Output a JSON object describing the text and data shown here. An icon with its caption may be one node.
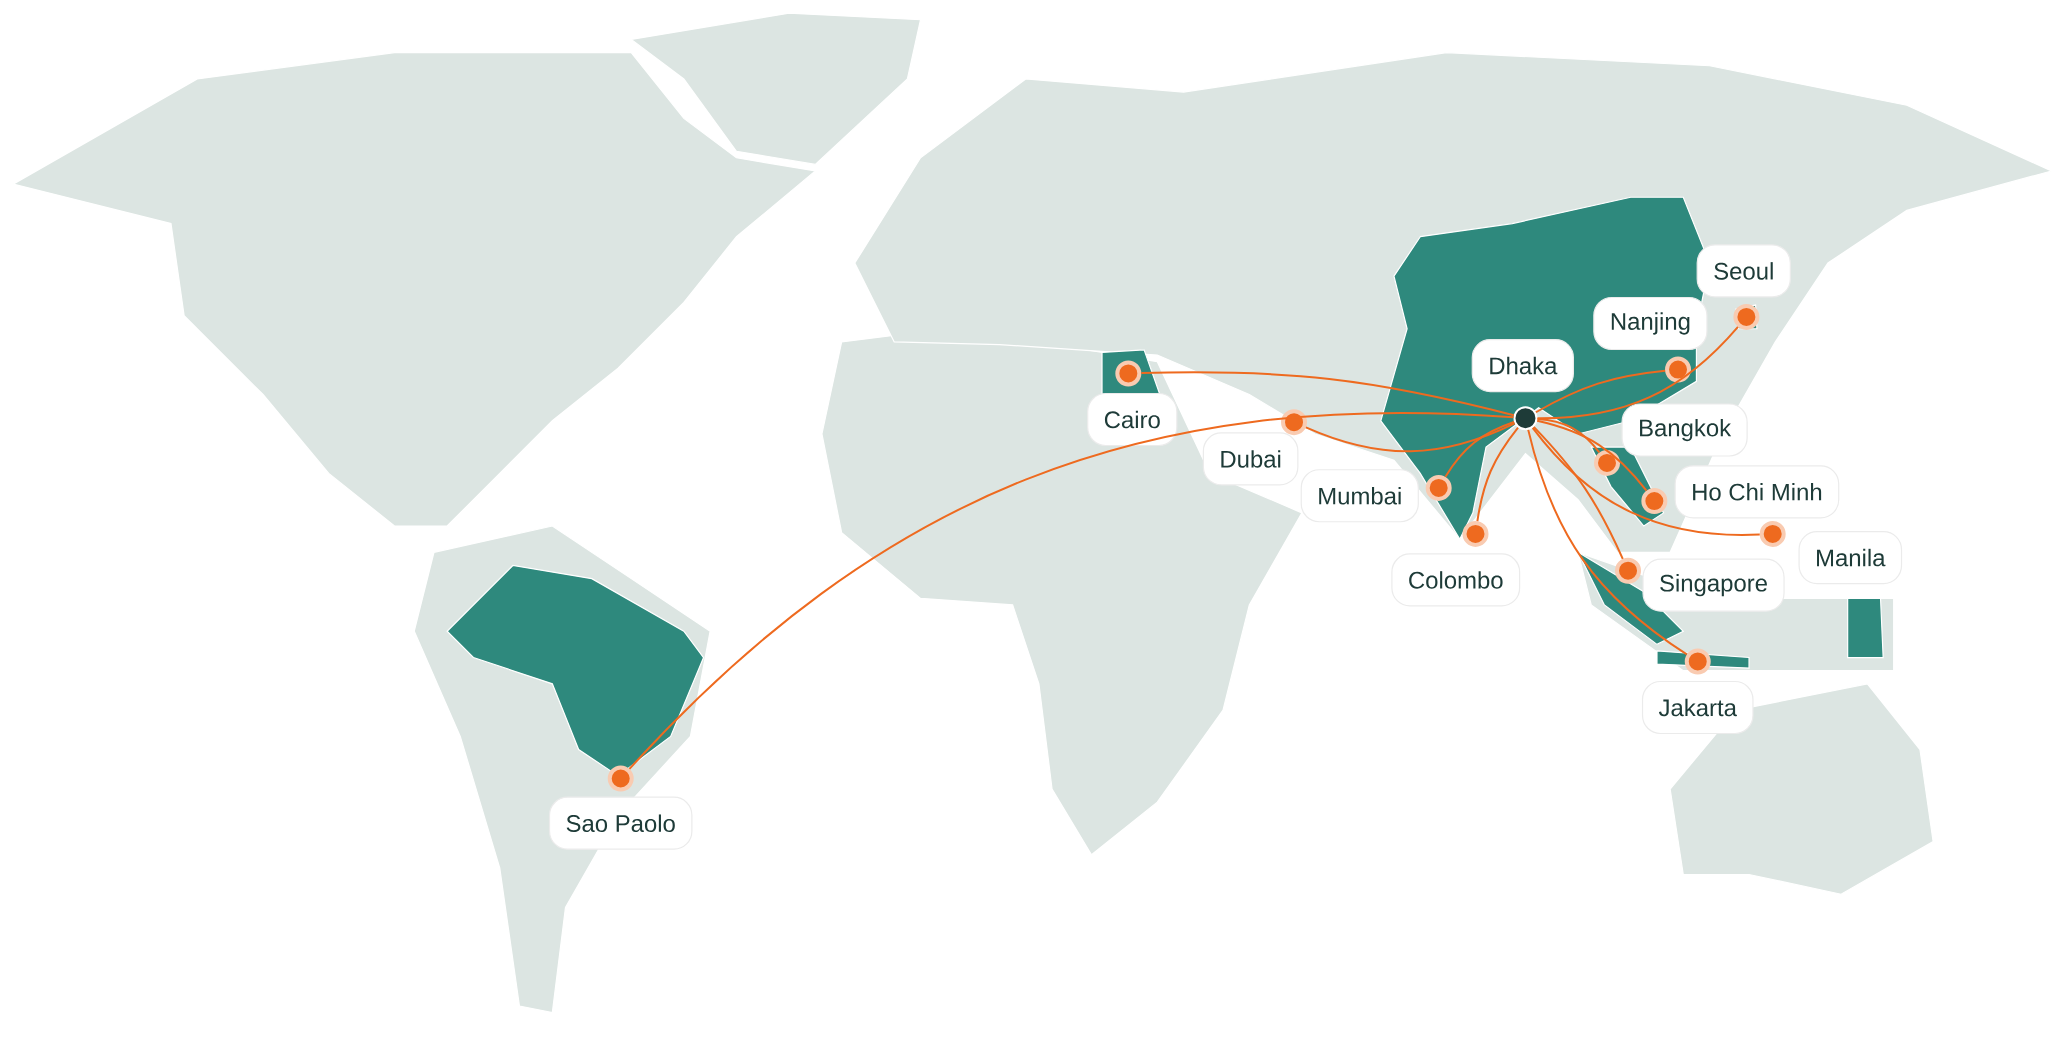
{
  "diagram": {
    "nodes": [
      {
        "text": [
          "Seoul"
        ]
      },
      {
        "text": [],
        "shape": "circle"
      },
      {
        "text": [
          "Nanjing"
        ]
      },
      {
        "text": [],
        "shape": "circle"
      },
      {
        "text": [
          "Dhaka"
        ]
      },
      {
        "text": [],
        "shape": "circle"
      },
      {
        "text": [
          "Cairo"
        ]
      },
      {
        "text": [],
        "shape": "circle"
      },
      {
        "text": [
          "Bangkok"
        ]
      },
      {
        "text": [],
        "shape": "circle"
      },
      {
        "text": [
          "Dubai"
        ]
      },
      {
        "text": [],
        "shape": "circle"
      },
      {
        "text": [
          "Ho Chi Minh"
        ]
      },
      {
        "text": [],
        "shape": "circle"
      },
      {
        "text": [
          "Mumbai"
        ]
      },
      {
        "text": [],
        "shape": "circle"
      },
      {
        "text": [
          "Manila"
        ]
      },
      {
        "text": [],
        "shape": "circle"
      },
      {
        "text": [
          "Colombo"
        ]
      },
      {
        "text": [],
        "shape": "circle"
      },
      {
        "text": [
          "Singapore"
        ]
      },
      {
        "text": [],
        "shape": "circle"
      },
      {
        "text": [
          "Jakarta"
        ]
      },
      {
        "text": [],
        "shape": "circle"
      },
      {
        "text": [
          "Sao Paolo"
        ]
      },
      {
        "text": [],
        "shape": "circle"
      }
    ],
    "edges": [
      {
        "from": 5,
        "to": 1,
        "arrow": "none"
      },
      {
        "from": 5,
        "to": 3,
        "arrow": "none"
      },
      {
        "from": 5,
        "to": 7,
        "arrow": "none"
      },
      {
        "from": 5,
        "to": 9,
        "arrow": "none"
      },
      {
        "from": 5,
        "to": 11,
        "arrow": "none"
      },
      {
        "from": 5,
        "to": 13,
        "arrow": "none"
      },
      {
        "from": 5,
        "to": 15,
        "arrow": "none"
      },
      {
        "from": 5,
        "to": 17,
        "arrow": "none"
      },
      {
        "from": 5,
        "to": 19,
        "arrow": "none"
      },
      {
        "from": 5,
        "to": 21,
        "arrow": "none"
      },
      {
        "from": 5,
        "to": 23,
        "arrow": "none"
      },
      {
        "from": 5,
        "to": 25,
        "arrow": "none"
      }
    ]
  }
}
